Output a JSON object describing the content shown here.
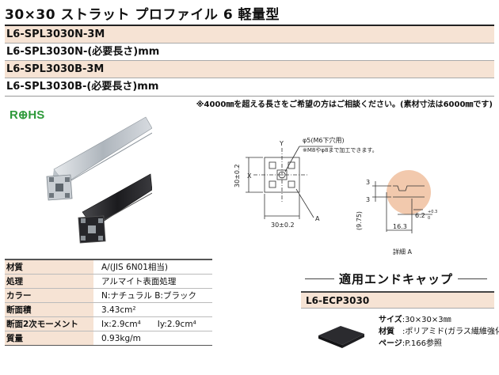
{
  "title": "30×30 ストラット プロファイル 6 軽量型",
  "part_numbers": [
    {
      "code": "L6-SPL3030N-3M",
      "shaded": true
    },
    {
      "code": "L6-SPL3030N-(必要長さ)mm",
      "shaded": false
    },
    {
      "code": "L6-SPL3030B-3M",
      "shaded": true
    },
    {
      "code": "L6-SPL3030B-(必要長さ)mm",
      "shaded": false
    }
  ],
  "note": "※4000㎜を超える長さをご希望の方はご相談ください。(素材寸法は6000㎜です)",
  "rohs": "R⊕HS",
  "drawing": {
    "axis_y": "Y",
    "axis_x": "X",
    "dim_height": "30±0.2",
    "dim_width": "30±0.2",
    "hole_note_1": "φ5(M6下穴用)",
    "hole_note_2": "※M8やφ8まで加工できます。",
    "detail_marker": "A",
    "detail_caption": "詳細 A",
    "dim_3_top": "3",
    "dim_3_bottom": "3",
    "dim_975": "(9.75)",
    "dim_163": "16.3",
    "dim_62": "6.2",
    "dim_62_tol": "+0.3",
    "dim_62_tol2": "0"
  },
  "specs": [
    {
      "label": "材質",
      "value": "A/(JIS 6N01相当)"
    },
    {
      "label": "処理",
      "value": "アルマイト表面処理"
    },
    {
      "label": "カラー",
      "value": "N:ナチュラル B:ブラック"
    },
    {
      "label": "断面積",
      "value": "3.43cm²"
    },
    {
      "label": "断面2次モーメント",
      "value": "Ix:2.9cm⁴　　Iy:2.9cm⁴"
    },
    {
      "label": "質量",
      "value": "0.93kg/m"
    }
  ],
  "endcap": {
    "section_title": "適用エンドキャップ",
    "part_number": "L6-ECP3030",
    "size_label": "サイズ",
    "size_value": ":30×30×3㎜",
    "material_label": "材質",
    "material_value": "ポリアミド(ガラス繊維強化)",
    "page_label": "ページ",
    "page_value": "P.166参照"
  },
  "colors": {
    "accent": "#f6e3d4",
    "rohs": "#2e9a3a",
    "detail_circle": "#f2c9ad"
  }
}
